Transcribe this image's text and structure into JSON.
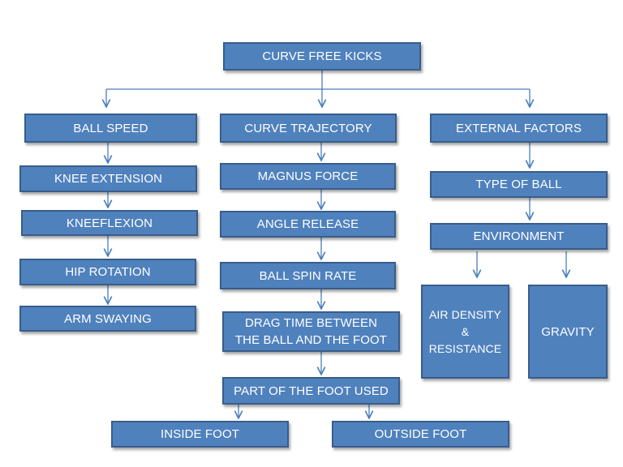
{
  "colors": {
    "box_fill": "#4f81bd",
    "box_border": "#385d8a",
    "text": "#ffffff",
    "connector": "#4a7ebb"
  },
  "diagram": {
    "root": "CURVE FREE KICKS",
    "ball_speed": {
      "title": "BALL SPEED",
      "items": [
        "KNEE EXTENSION",
        "KNEEFLEXION",
        "HIP ROTATION",
        "ARM SWAYING"
      ]
    },
    "curve_trajectory": {
      "title": "CURVE TRAJECTORY",
      "items": [
        "MAGNUS FORCE",
        "ANGLE RELEASE",
        "BALL SPIN RATE"
      ],
      "drag_time": {
        "line1": "DRAG TIME BETWEEN",
        "line2": "THE BALL AND THE FOOT"
      },
      "part_of_foot": "PART OF THE FOOT USED",
      "inside_foot": "INSIDE FOOT",
      "outside_foot": "OUTSIDE FOOT"
    },
    "external_factors": {
      "title": "EXTERNAL FACTORS",
      "type_of_ball": "TYPE OF BALL",
      "environment": "ENVIRONMENT",
      "air_density": {
        "line1": "AIR DENSITY",
        "line2": "&",
        "line3": "RESISTANCE"
      },
      "gravity": "GRAVITY"
    }
  }
}
